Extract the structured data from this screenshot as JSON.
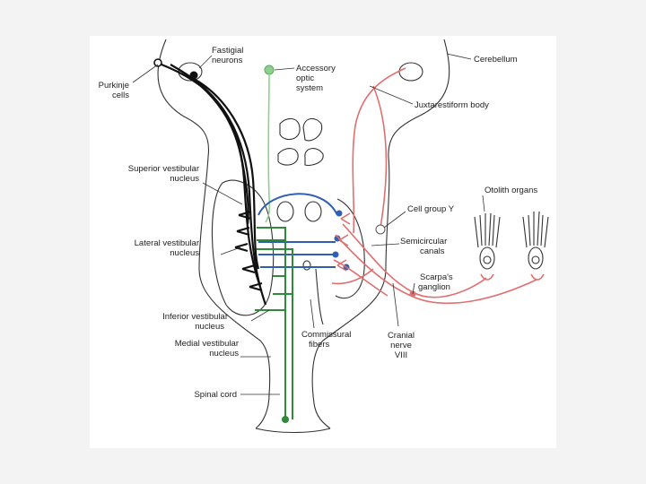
{
  "labels": {
    "fastigial_1": "Fastigial",
    "fastigial_2": "neurons",
    "purkinje_1": "Purkinje",
    "purkinje_2": "cells",
    "accessory_1": "Accessory",
    "accessory_2": "optic",
    "accessory_3": "system",
    "cerebellum": "Cerebellum",
    "juxtarestiform": "Juxtarestiform body",
    "superior_1": "Superior vestibular",
    "superior_2": "nucleus",
    "cell_group_y": "Cell group Y",
    "otolith": "Otolith organs",
    "lateral_1": "Lateral vestibular",
    "lateral_2": "nucleus",
    "semicircular_1": "Semicircular",
    "semicircular_2": "canals",
    "scarpa_1": "Scarpa's",
    "scarpa_2": "ganglion",
    "inferior_1": "Inferior vestibular",
    "inferior_2": "nucleus",
    "medial_1": "Medial vestibular",
    "medial_2": "nucleus",
    "commissural_1": "Commissural",
    "commissural_2": "fibers",
    "cranial_1": "Cranial",
    "cranial_2": "nerve",
    "cranial_3": "VIII",
    "spinal": "Spinal cord"
  },
  "colors": {
    "cerebellar_fibers": "#111111",
    "commissural_fibers": "#2f5fb3",
    "medial_vestibulospinal": "#2e8b3a",
    "accessory_optic": "#8fcf8f",
    "vestibular_nerve": "#e06f6f"
  }
}
